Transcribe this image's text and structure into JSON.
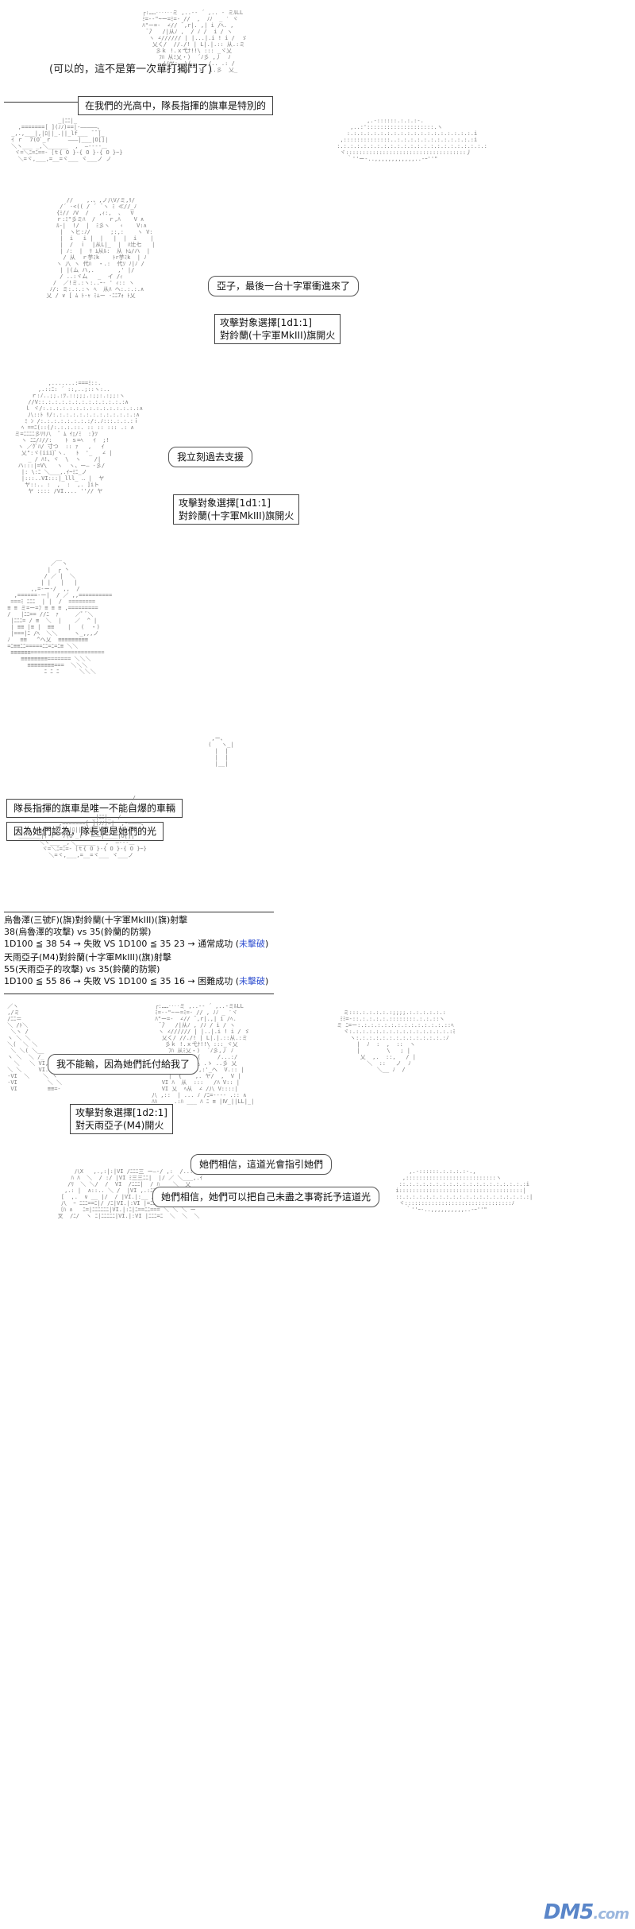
{
  "narration": {
    "thought_1": "(可以的，這不是第一次單打獨鬥了)"
  },
  "captions": {
    "cap_1": "在我們的光高中，隊長指揮的旗車是特別的",
    "cap_2": "隊長指揮的旗車是唯一不能自爆的車輛",
    "cap_3": "因為她們認為，隊長便是她們的光"
  },
  "dialogue": {
    "ako_1": "亞子，最後一台十字軍衝進來了",
    "support_1": "我立刻過去支援",
    "final_1": "我不能輸，因為她們託付給我了",
    "final_2": "她們相信，這道光會指引她們",
    "final_3": "她們相信，她們可以把自己未盡之事寄託予這道光"
  },
  "attack_boxes": {
    "box_1": {
      "line1": "攻擊對象選擇[1d1:1]",
      "line2": "對鈴蘭(十字軍MkIII)旗開火"
    },
    "box_2": {
      "line1": "攻擊對象選擇[1d1:1]",
      "line2": "對鈴蘭(十字軍MkIII)旗開火"
    },
    "box_3": {
      "line1": "攻擊對象選擇[1d2:1]",
      "line2": "對天雨亞子(M4)開火"
    }
  },
  "dice_log": [
    {
      "header": "烏魯澤(三號F)(旗)對鈴蘭(十字軍MkIII)(旗)射擊",
      "versus": "38(烏魯澤的攻擊) vs 35(鈴蘭的防禦)",
      "roll": "1D100 ≦ 38  54 → 失敗 VS 1D100 ≦ 35  23 → 通常成功 (",
      "result": "未擊破",
      "close": ")"
    },
    {
      "header": "天雨亞子(M4)對鈴蘭(十字軍MkIII)(旗)射擊",
      "versus": "55(天雨亞子的攻擊) vs 35(鈴蘭的防禦)",
      "roll": "1D100 ≦ 55  86 → 失敗 VS 1D100 ≦ 35  16 → 困難成功 (",
      "result": "未擊破",
      "close": ")"
    }
  ],
  "watermark": {
    "main": "DM5",
    "sub": ".com"
  },
  "colors": {
    "dice_result": "#2f4fd0",
    "art_gray": "#7a7a7a",
    "watermark": "#5a86c9"
  }
}
